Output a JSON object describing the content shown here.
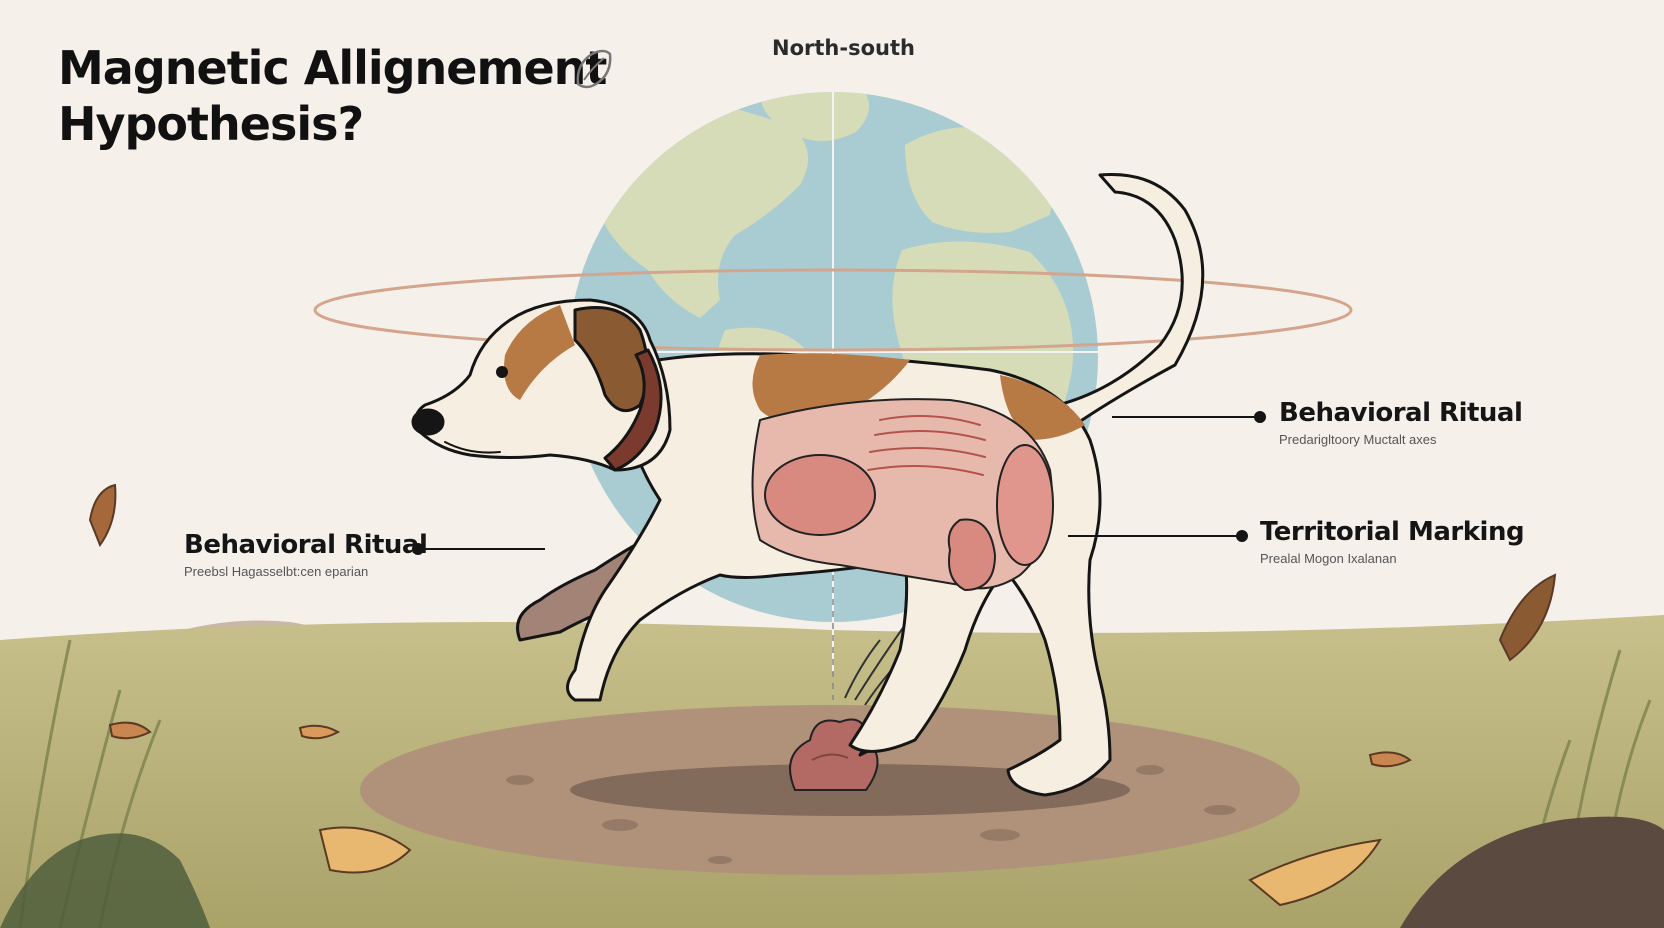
{
  "title": {
    "line1": "Magnetic Allignement",
    "line2": "Hypothesis?"
  },
  "axis_label": "North-south",
  "callouts": {
    "right_top": {
      "heading": "Behavioral Ritual",
      "subtext": "Predarigltoory Muctalt axes"
    },
    "right_mid": {
      "heading": "Territorial Marking",
      "subtext": "Prealal Mogon Ixalanan"
    },
    "left": {
      "heading": "Behavioral Ritual",
      "subtext": "Preebsl Hagasselbt:cen eparian"
    }
  },
  "icons": [
    "leaf-outline-icon"
  ],
  "colors": {
    "background": "#f5f1ea",
    "ocean": "#a9cbd2",
    "land": "#d7dcb8",
    "orbit_ring": "#d4a58c",
    "dog_coat": "#f6eee0",
    "dog_spot": "#b87a45",
    "organ": "#e0968c",
    "ground": "#b0927a",
    "grass": "#a7a96a",
    "ink": "#151515"
  }
}
